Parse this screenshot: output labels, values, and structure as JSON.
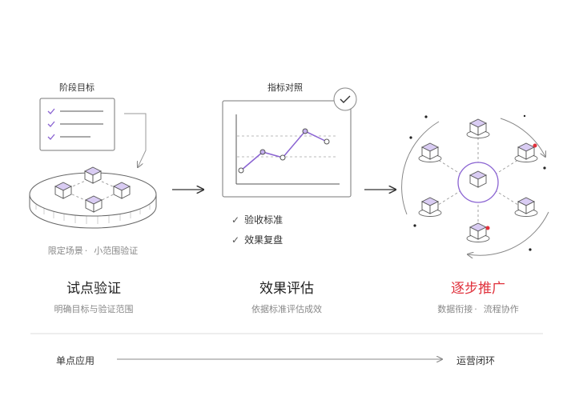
{
  "stages": [
    {
      "top_label": "阶段目标",
      "caption_left": "限定场景",
      "caption_sep": "·",
      "caption_right": "小范围验证",
      "title": "试点验证",
      "subtitle": "明确目标与验证范围"
    },
    {
      "top_label": "指标对照",
      "checks": [
        "验收标准",
        "效果复盘"
      ],
      "title": "效果评估",
      "subtitle": "依据标准评估成效"
    },
    {
      "title": "逐步推广",
      "subtitle_left": "数据衔接",
      "subtitle_sep": "·",
      "subtitle_right": "流程协作"
    }
  ],
  "timeline": {
    "start": "单点应用",
    "end": "运营闭环"
  },
  "colors": {
    "accent_purple": "#8a63d2",
    "cube_fill": "#d9ccf3",
    "highlight_red": "#e0313c",
    "line_gray": "#555555"
  }
}
